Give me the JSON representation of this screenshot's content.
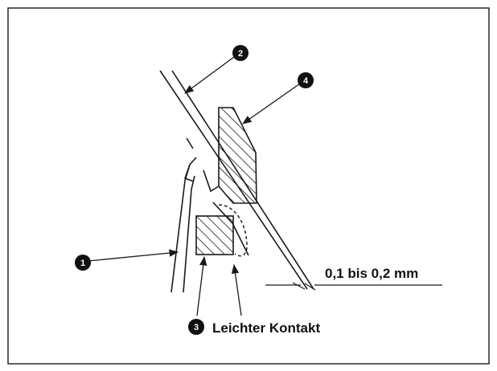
{
  "callouts": [
    {
      "id": "1",
      "glyph": "1"
    },
    {
      "id": "2",
      "glyph": "2"
    },
    {
      "id": "3",
      "glyph": "3"
    },
    {
      "id": "4",
      "glyph": "4"
    }
  ],
  "labels": {
    "gap": "0,1 bis 0,2 mm",
    "contact": "Leichter Kontakt"
  },
  "colors": {
    "line": "#1a1a1a",
    "frame": "#2a2a2a",
    "callout_fill": "#111111",
    "hatch": "#1a1a1a"
  }
}
